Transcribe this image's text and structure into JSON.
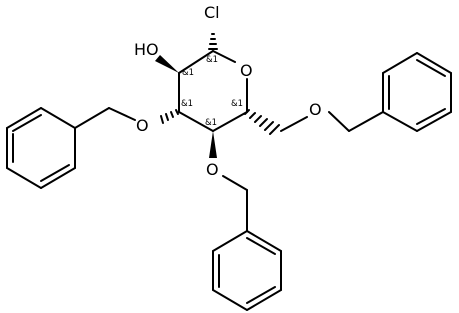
{
  "atoms": {
    "cl": "Cl",
    "oh": "HO",
    "ring_o": "O",
    "o3": "O",
    "o4": "O",
    "o6": "O"
  },
  "stereo_flag": "&1"
}
